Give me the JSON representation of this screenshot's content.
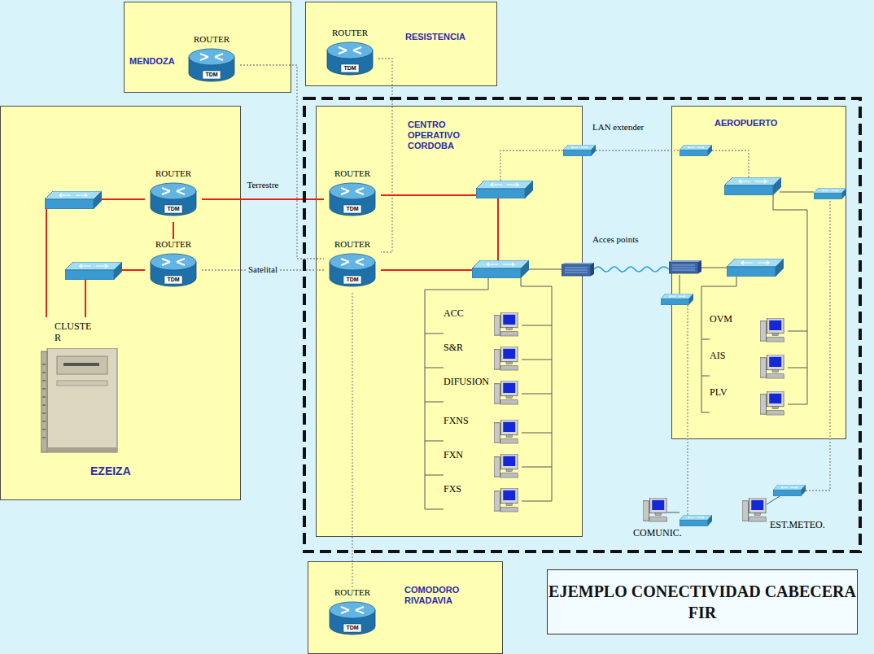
{
  "diagram": {
    "title": "EJEMPLO CONECTIVIDAD CABECERA FIR",
    "nodes": [
      {
        "text": [
          "MENDOZA"
        ]
      },
      {
        "text": [
          "ROUTER",
          "TDM"
        ],
        "in": 0
      },
      {
        "text": [
          "RESISTENCIA"
        ]
      },
      {
        "text": [
          "ROUTER",
          "TDM"
        ],
        "in": 2
      },
      {
        "text": [
          "EZEIZA"
        ]
      },
      {
        "text": [
          "ROUTER",
          "TDM"
        ],
        "in": 4
      },
      {
        "text": [
          "ROUTER",
          "TDM"
        ],
        "in": 4
      },
      {
        "text": [
          "CLUSTE R"
        ],
        "in": 4
      },
      {
        "text": [
          "CENTRO OPERATIVO CORDOBA"
        ]
      },
      {
        "text": [
          "ROUTER",
          "TDM"
        ],
        "in": 8
      },
      {
        "text": [
          "ROUTER",
          "TDM"
        ],
        "in": 8
      },
      {
        "text": [
          "ACC"
        ],
        "in": 8
      },
      {
        "text": [
          "S&R"
        ],
        "in": 8
      },
      {
        "text": [
          "DIFUSION"
        ],
        "in": 8
      },
      {
        "text": [
          "FXNS"
        ],
        "in": 8
      },
      {
        "text": [
          "FXN"
        ],
        "in": 8
      },
      {
        "text": [
          "FXS"
        ],
        "in": 8
      },
      {
        "text": [
          "AEROPUERTO"
        ]
      },
      {
        "text": [
          "OVM"
        ],
        "in": 17
      },
      {
        "text": [
          "AIS"
        ],
        "in": 17
      },
      {
        "text": [
          "PLV"
        ],
        "in": 17
      },
      {
        "text": [
          "COMUNIC."
        ]
      },
      {
        "text": [
          "EST.METEO."
        ]
      },
      {
        "text": [
          "COMODORO RIVADAVIA"
        ]
      },
      {
        "text": [
          "ROUTER",
          "TDM"
        ],
        "in": 23
      }
    ],
    "edges": [
      {
        "from": 5,
        "to": 9,
        "arrow": "none",
        "label": "Terrestre"
      },
      {
        "from": 6,
        "to": 10,
        "arrow": "none",
        "label": "Satelital"
      },
      {
        "from": 5,
        "to": 6,
        "arrow": "none"
      },
      {
        "from": 7,
        "to": 6,
        "arrow": "none"
      },
      {
        "from": 7,
        "to": 5,
        "arrow": "none"
      },
      {
        "from": 1,
        "to": 10,
        "arrow": "none"
      },
      {
        "from": 3,
        "to": 10,
        "arrow": "none"
      },
      {
        "from": 24,
        "to": 10,
        "arrow": "none"
      }
    ],
    "labels": [
      "LAN extender",
      "Acces points"
    ]
  }
}
